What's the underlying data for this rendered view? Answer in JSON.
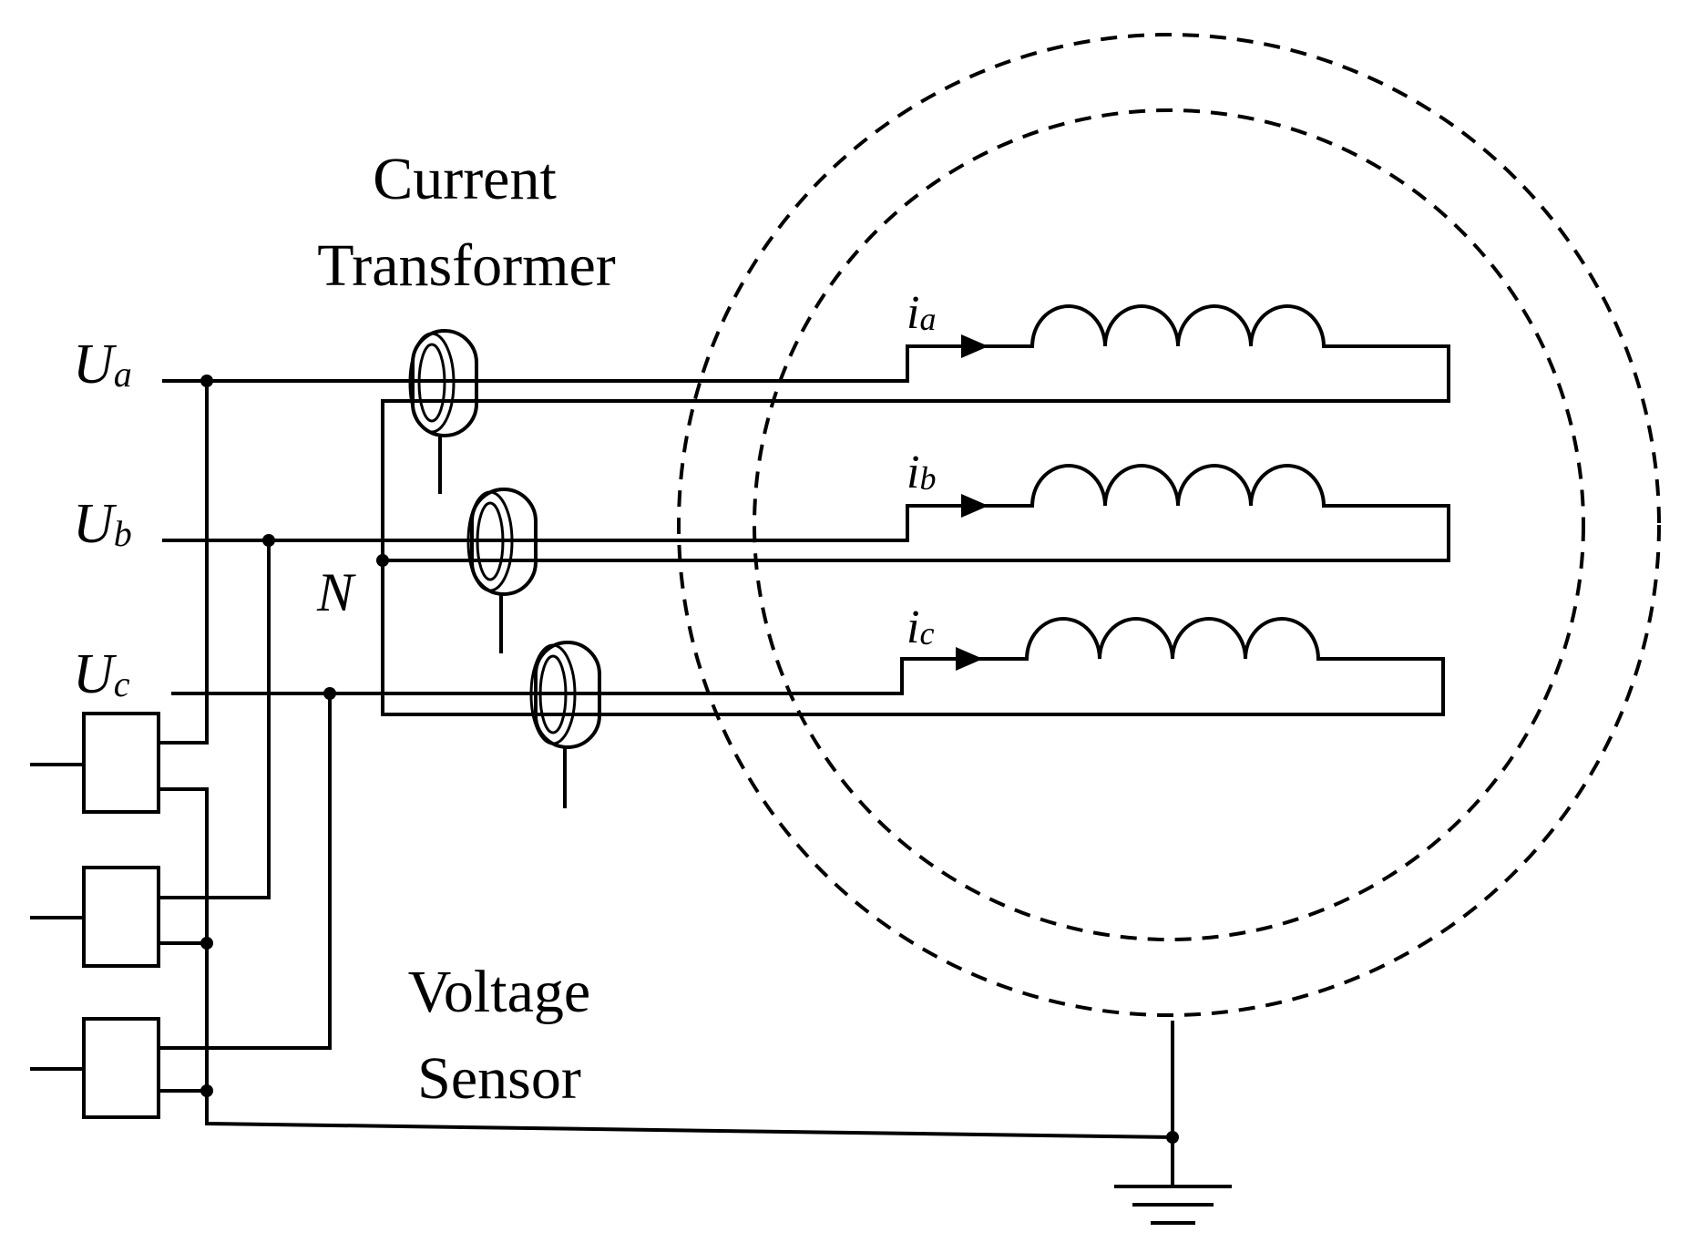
{
  "labels": {
    "current_transformer_line1": "Current",
    "current_transformer_line2": "Transformer",
    "voltage_sensor_line1": "Voltage",
    "voltage_sensor_line2": "Sensor",
    "neutral": "N",
    "phase_voltages": [
      {
        "main": "U",
        "sub": "a"
      },
      {
        "main": "U",
        "sub": "b"
      },
      {
        "main": "U",
        "sub": "c"
      }
    ],
    "phase_currents": [
      {
        "main": "i",
        "sub": "a"
      },
      {
        "main": "i",
        "sub": "b"
      },
      {
        "main": "i",
        "sub": "c"
      }
    ]
  },
  "colors": {
    "line": "#000000",
    "background": "#ffffff"
  }
}
